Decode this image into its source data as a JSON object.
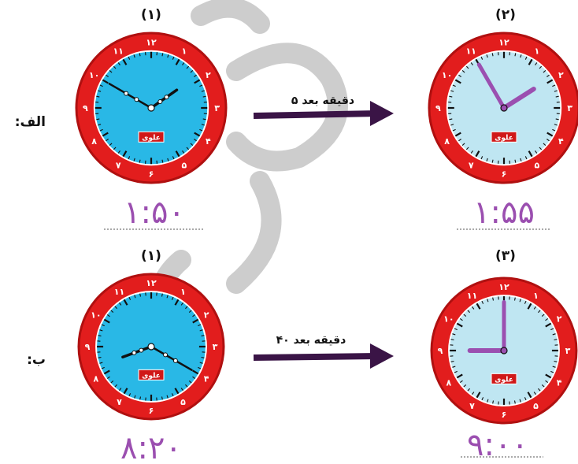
{
  "rows": [
    {
      "row_label": ":الف",
      "arrow_label": "۵ دقیقه بعد",
      "left": {
        "number": "(۱)",
        "time": "۱:۵۰",
        "face": "#29b8e6",
        "hour": 1.83,
        "minute": 50,
        "hand_style": "black"
      },
      "right": {
        "number": "(۲)",
        "time": "۱:۵۵",
        "face": "#bfe6f2",
        "hour": 1.92,
        "minute": 55,
        "hand_style": "purple"
      }
    },
    {
      "row_label": ":ب",
      "arrow_label": "۴۰ دقیقه بعد",
      "left": {
        "number": "(۱)",
        "time": "۸:۲۰",
        "face": "#29b8e6",
        "hour": 8.33,
        "minute": 20,
        "hand_style": "black"
      },
      "right": {
        "number": "(۳)",
        "time": "۹:۰۰",
        "face": "#bfe6f2",
        "hour": 9.0,
        "minute": 0,
        "hand_style": "purple"
      }
    }
  ],
  "clock": {
    "brand": "علوی",
    "dial_numbers": [
      "۱۲",
      "۱",
      "۲",
      "۳",
      "۴",
      "۵",
      "۶",
      "۷",
      "۸",
      "۹",
      "۱۰",
      "۱۱"
    ]
  },
  "colors": {
    "rim": "#e21d1d",
    "rim_dark": "#b01010",
    "hand_purple": "#9b4fb0",
    "arrow": "#3a1446",
    "time_text": "#9b4fb0",
    "watermark": "#bdbdbd"
  }
}
